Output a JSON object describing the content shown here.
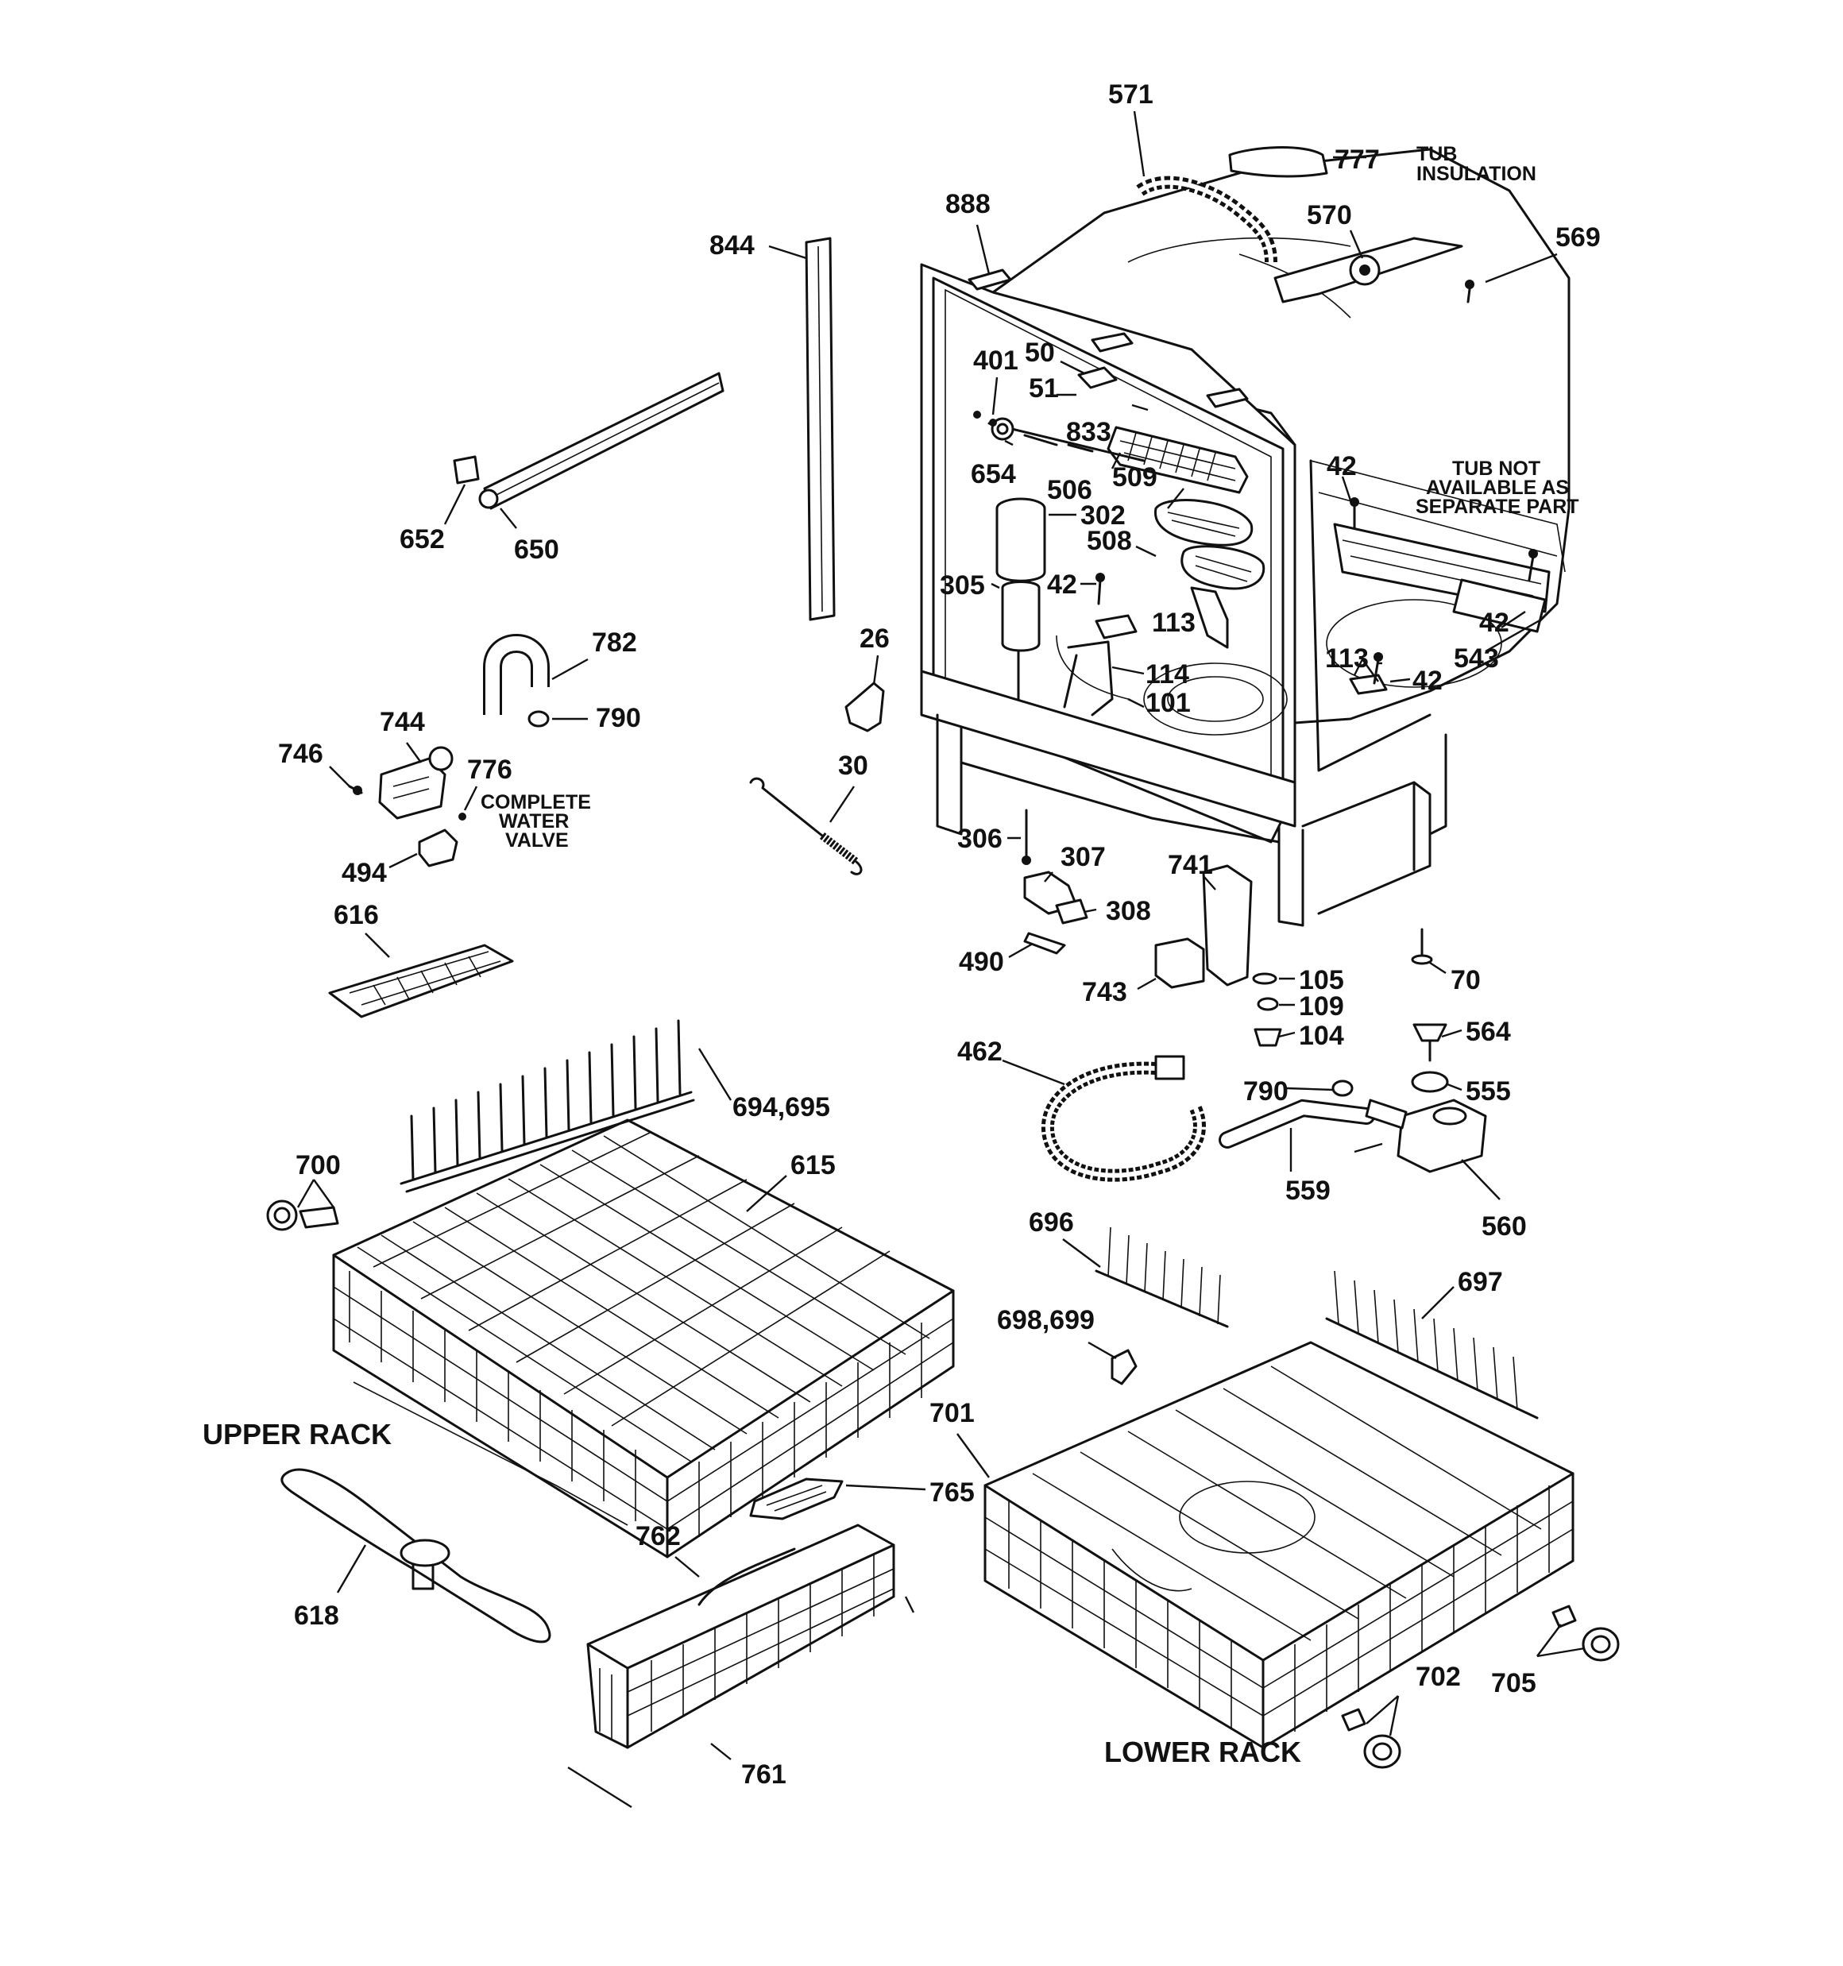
{
  "labels": {
    "p571": "571",
    "p777": "777",
    "tub_insulation_1": "TUB",
    "tub_insulation_2": "INSULATION",
    "p888": "888",
    "p570": "570",
    "p569": "569",
    "p844": "844",
    "p50": "50",
    "p401": "401",
    "p51": "51",
    "p833": "833",
    "p654": "654",
    "p506": "506",
    "p509": "509",
    "p42a": "42",
    "tub_not_1": "TUB NOT",
    "tub_not_2": "AVAILABLE AS",
    "tub_not_3": "SEPARATE PART",
    "p652": "652",
    "p650": "650",
    "p302": "302",
    "p508": "508",
    "p305": "305",
    "p42b": "42",
    "p113a": "113",
    "p42c": "42",
    "p543": "543",
    "p782": "782",
    "p26": "26",
    "p114": "114",
    "p113b": "113",
    "p42d": "42",
    "p790a": "790",
    "p101": "101",
    "p744": "744",
    "p746": "746",
    "p776": "776",
    "complete_1": "COMPLETE",
    "complete_2": "WATER",
    "complete_3": "VALVE",
    "p30": "30",
    "p306": "306",
    "p307": "307",
    "p741": "741",
    "p494": "494",
    "p616": "616",
    "p308": "308",
    "p490": "490",
    "p105": "105",
    "p70": "70",
    "p743": "743",
    "p109": "109",
    "p104": "104",
    "p564": "564",
    "p462": "462",
    "p694": "694,695",
    "p790b": "790",
    "p555": "555",
    "p700": "700",
    "p615": "615",
    "p559": "559",
    "p560": "560",
    "p696": "696",
    "p697": "697",
    "p698": "698,699",
    "upper_rack": "UPPER RACK",
    "p701": "701",
    "p765": "765",
    "p762": "762",
    "p618": "618",
    "p702": "702",
    "p705": "705",
    "lower_rack": "LOWER RACK",
    "p761": "761"
  }
}
